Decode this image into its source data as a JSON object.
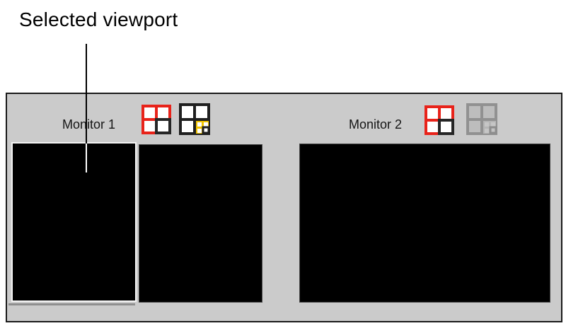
{
  "callout": {
    "label": "Selected viewport"
  },
  "panel": {
    "monitors": [
      {
        "label": "Monitor 1",
        "icons": [
          {
            "name": "quad-viewport-layout-icon",
            "state": "enabled"
          },
          {
            "name": "split-viewport-layout-icon",
            "state": "enabled"
          }
        ],
        "viewports": [
          {
            "name": "viewport-left",
            "selected": true
          },
          {
            "name": "viewport-right",
            "selected": false
          }
        ]
      },
      {
        "label": "Monitor 2",
        "icons": [
          {
            "name": "quad-viewport-layout-icon",
            "state": "enabled"
          },
          {
            "name": "split-viewport-layout-icon",
            "state": "disabled"
          }
        ],
        "viewports": [
          {
            "name": "viewport-full",
            "selected": false
          }
        ]
      }
    ]
  },
  "colors": {
    "panel_background": "#cbcbcb",
    "panel_border": "#1a1a1a",
    "viewport_fill": "#000000",
    "selected_viewport_border": "#f4f4f4",
    "accent_red": "#e8231a",
    "accent_yellow": "#f0c300",
    "disabled_icon_gray": "#919191",
    "callout_line_black": "#000000",
    "callout_line_white": "#ffffff"
  }
}
